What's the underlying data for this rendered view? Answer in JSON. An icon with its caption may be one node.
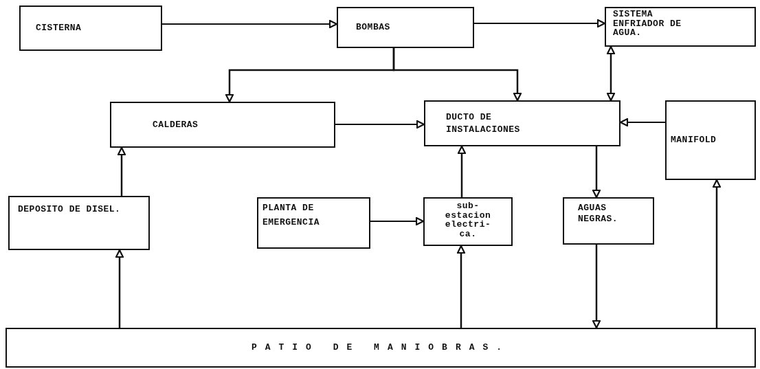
{
  "diagram": {
    "nodes": [
      {
        "text": [
          "CISTERNA"
        ]
      },
      {
        "text": [
          "BOMBAS"
        ]
      },
      {
        "text": [
          "SISTEMA ENFRIADOR DE AGUA."
        ]
      },
      {
        "text": [
          "CALDERAS"
        ]
      },
      {
        "text": [
          "DUCTO DE INSTALACIONES"
        ]
      },
      {
        "text": [
          "MANIFOLD"
        ]
      },
      {
        "text": [
          "DEPOSITO DE DISEL."
        ]
      },
      {
        "text": [
          "PLANTA DE EMERGENCIA"
        ]
      },
      {
        "text": [
          "sub- estacion electri- ca."
        ]
      },
      {
        "text": [
          "AGUAS NEGRAS."
        ]
      },
      {
        "text": [
          "PATIO DE MANIOBRAS."
        ]
      }
    ],
    "edges": [
      {
        "from": 0,
        "to": 1,
        "arrow": "to"
      },
      {
        "from": 1,
        "to": 2,
        "arrow": "to"
      },
      {
        "from": 1,
        "to": 3,
        "arrow": "to"
      },
      {
        "from": 1,
        "to": 4,
        "arrow": "to"
      },
      {
        "from": 3,
        "to": 4,
        "arrow": "to"
      },
      {
        "from": 2,
        "to": 4,
        "arrow": "both"
      },
      {
        "from": 5,
        "to": 4,
        "arrow": "to"
      },
      {
        "from": 6,
        "to": 3,
        "arrow": "to"
      },
      {
        "from": 7,
        "to": 8,
        "arrow": "to"
      },
      {
        "from": 8,
        "to": 4,
        "arrow": "to"
      },
      {
        "from": 10,
        "to": 6,
        "arrow": "to"
      },
      {
        "from": 10,
        "to": 8,
        "arrow": "to"
      },
      {
        "from": 4,
        "to": 9,
        "arrow": "to"
      },
      {
        "from": 9,
        "to": 10,
        "arrow": "to"
      },
      {
        "from": 10,
        "to": 5,
        "arrow": "to"
      }
    ]
  }
}
